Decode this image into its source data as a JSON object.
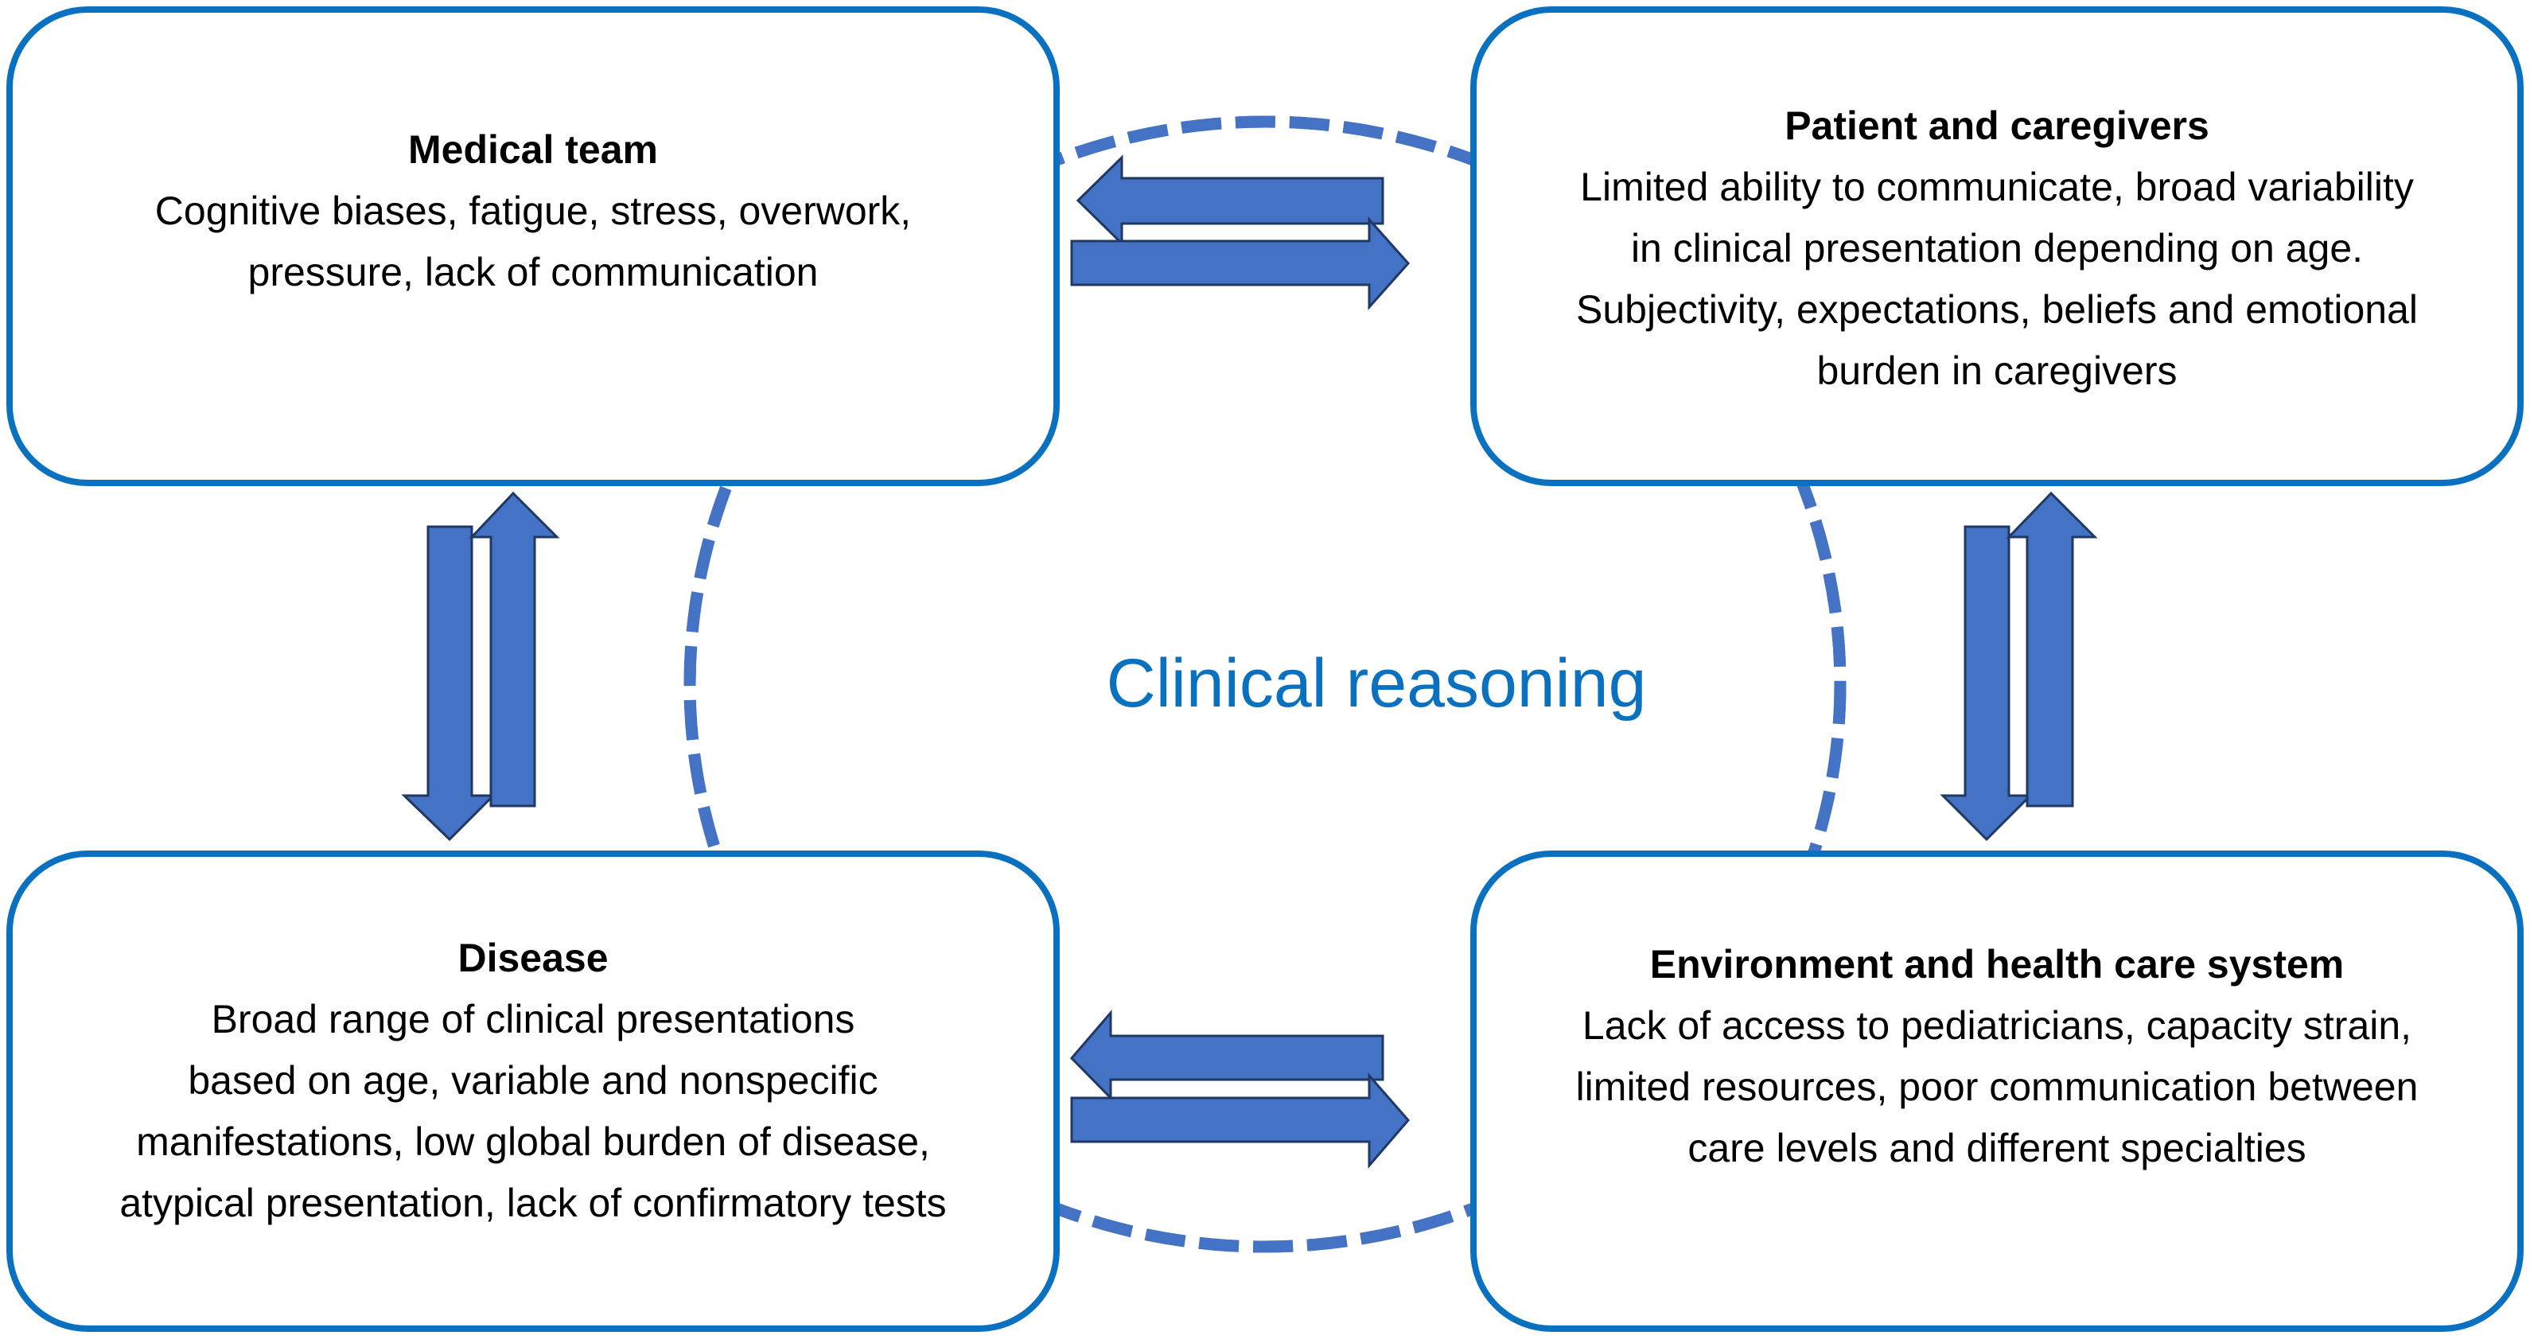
{
  "diagram": {
    "center_label": "Clinical reasoning",
    "colors": {
      "box_border": "#0a70c0",
      "center_label": "#0a70c0",
      "arrow_fill": "#4472c4",
      "arrow_stroke": "#1f3864",
      "dashed_circle": "#4472c4",
      "text": "#000000"
    },
    "boxes": {
      "medical_team": {
        "title": "Medical team",
        "lines": [
          "Cognitive biases, fatigue, stress, overwork,",
          "pressure, lack of communication"
        ]
      },
      "patient_caregivers": {
        "title": "Patient and caregivers",
        "lines": [
          "Limited ability to communicate, broad variability",
          "in clinical presentation depending on age.",
          "Subjectivity, expectations, beliefs and emotional",
          "burden in caregivers"
        ]
      },
      "disease": {
        "title": "Disease",
        "lines": [
          "Broad range of clinical presentations",
          "based on age, variable and nonspecific",
          "manifestations, low global burden of disease,",
          "atypical presentation, lack of confirmatory tests"
        ]
      },
      "environment": {
        "title": "Environment and health care system",
        "lines": [
          "Lack of access to pediatricians, capacity strain,",
          "limited resources, poor communication between",
          "care levels and different specialties"
        ]
      }
    },
    "connections": [
      {
        "from": "medical_team",
        "to": "patient_caregivers",
        "bidirectional": true
      },
      {
        "from": "medical_team",
        "to": "disease",
        "bidirectional": true
      },
      {
        "from": "patient_caregivers",
        "to": "environment",
        "bidirectional": true
      },
      {
        "from": "disease",
        "to": "environment",
        "bidirectional": true
      }
    ]
  }
}
